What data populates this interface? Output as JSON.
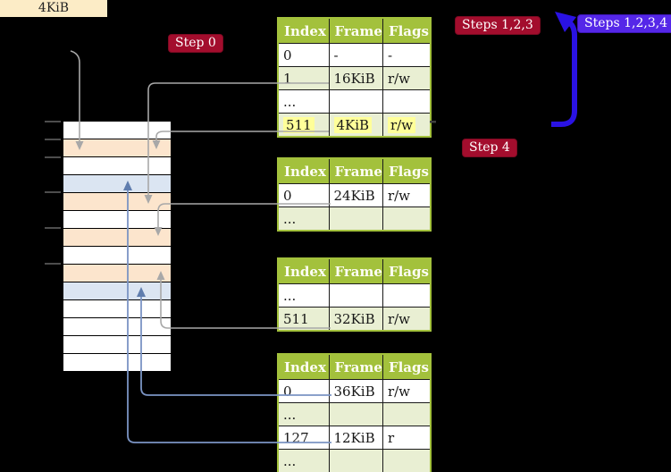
{
  "labels": {
    "frame_size_box": "4KiB",
    "step0": "Step 0",
    "steps123": "Steps 1,2,3",
    "steps1234": "Steps 1,2,3,4",
    "step4": "Step 4"
  },
  "colors": {
    "background": "#000000",
    "red_label_bg": "#a30d2d",
    "violet_label_bg": "#5527e8",
    "label_text": "#ffffff",
    "frame_box_bg": "#fcecc6",
    "table_header_bg": "#a3c13c",
    "table_row_alt_bg": "#e9efd3",
    "table_border": "#a3c13c",
    "cell_divider": "#1a1a1a",
    "highlight": "#ffff99",
    "memory_white": "#ffffff",
    "memory_peach": "#fce5cd",
    "memory_blue": "#dbe5f2",
    "connector_gray": "#a8a8a8",
    "connector_blue": "#7b94c4",
    "connector_blue_head": "#5f7dae",
    "thick_arrow": "#2a12e3",
    "tick": "#4d4d4d",
    "stub": "#3f3f3f"
  },
  "page_tables": [
    {
      "name": "page-table-top",
      "headers": [
        "Index",
        "Frame",
        "Flags"
      ],
      "rows": [
        {
          "index": "0",
          "frame": "-",
          "flags": "-",
          "shaded": false,
          "highlight": false
        },
        {
          "index": "1",
          "frame": "16KiB",
          "flags": "r/w",
          "shaded": true,
          "highlight": false
        },
        {
          "index": "...",
          "frame": "",
          "flags": "",
          "shaded": false,
          "highlight": false
        },
        {
          "index": "511",
          "frame": "4KiB",
          "flags": "r/w",
          "shaded": true,
          "highlight": true
        }
      ]
    },
    {
      "name": "page-table-second",
      "headers": [
        "Index",
        "Frame",
        "Flags"
      ],
      "rows": [
        {
          "index": "0",
          "frame": "24KiB",
          "flags": "r/w",
          "shaded": false,
          "highlight": false
        },
        {
          "index": "...",
          "frame": "",
          "flags": "",
          "shaded": true,
          "highlight": false
        }
      ]
    },
    {
      "name": "page-table-third",
      "headers": [
        "Index",
        "Frame",
        "Flags"
      ],
      "rows": [
        {
          "index": "...",
          "frame": "",
          "flags": "",
          "shaded": false,
          "highlight": false
        },
        {
          "index": "511",
          "frame": "32KiB",
          "flags": "r/w",
          "shaded": true,
          "highlight": false
        }
      ]
    },
    {
      "name": "page-table-fourth",
      "headers": [
        "Index",
        "Frame",
        "Flags"
      ],
      "rows": [
        {
          "index": "0",
          "frame": "36KiB",
          "flags": "r/w",
          "shaded": false,
          "highlight": false
        },
        {
          "index": "...",
          "frame": "",
          "flags": "",
          "shaded": true,
          "highlight": false
        },
        {
          "index": "127",
          "frame": "12KiB",
          "flags": "r",
          "shaded": false,
          "highlight": false
        },
        {
          "index": "...",
          "frame": "",
          "flags": "",
          "shaded": true,
          "highlight": false
        }
      ]
    }
  ],
  "memory_column": {
    "rows": [
      "white",
      "peach",
      "white",
      "blue",
      "peach",
      "white",
      "peach",
      "white",
      "peach",
      "blue",
      "white",
      "white",
      "white",
      "white"
    ]
  },
  "connectors": [
    {
      "name": "arrow-frame-size-box-to-4kib-frame",
      "color": "gray"
    },
    {
      "name": "arrow-table1-row1-to-16kib-frame",
      "color": "gray"
    },
    {
      "name": "arrow-table1-row511-to-4kib-frame",
      "color": "gray"
    },
    {
      "name": "arrow-table2-row0-to-24kib-frame",
      "color": "gray"
    },
    {
      "name": "arrow-table3-row511-to-32kib-frame",
      "color": "gray"
    },
    {
      "name": "arrow-table4-row0-to-36kib-frame",
      "color": "blue"
    },
    {
      "name": "arrow-table4-row127-to-12kib-frame",
      "color": "blue"
    },
    {
      "name": "arrow-loop-back-to-top-table",
      "color": "thick-blue"
    }
  ]
}
